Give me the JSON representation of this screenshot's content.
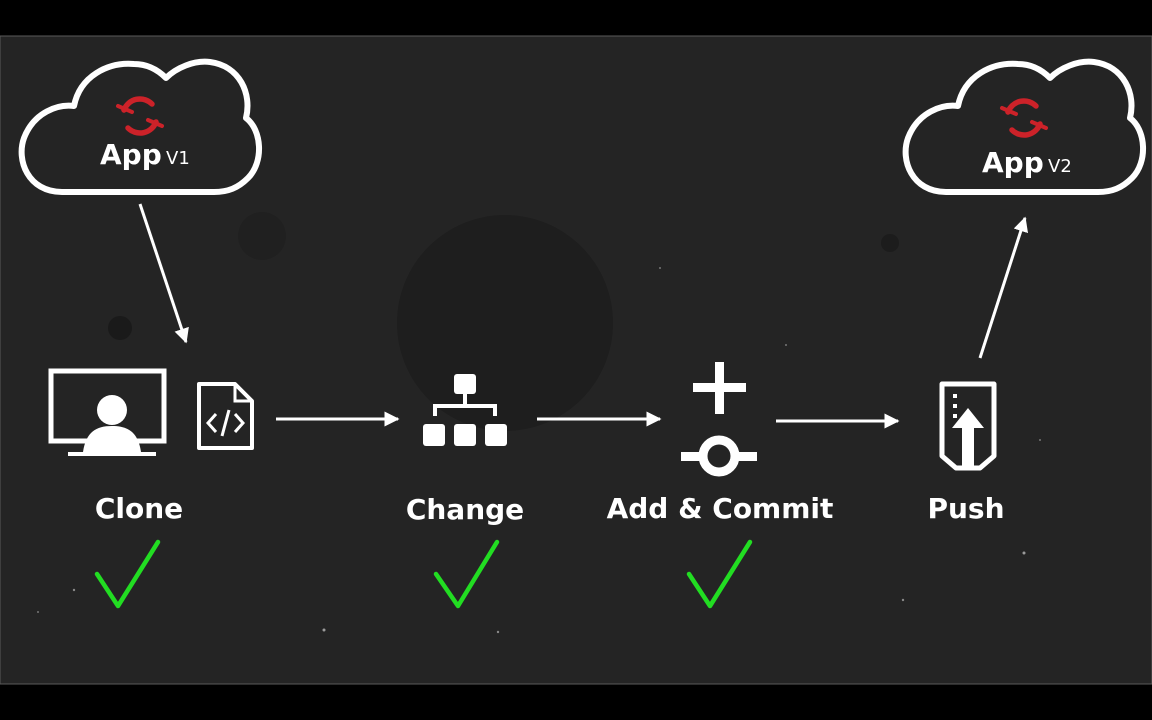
{
  "colors": {
    "background": "#242424",
    "frame": "#000000",
    "foreground": "#ffffff",
    "brand": "#cc2229",
    "check": "#22dd22"
  },
  "cloud_left": {
    "app_label": "App",
    "version_label": "V1",
    "icon": "openshift-logo-icon"
  },
  "cloud_right": {
    "app_label": "App",
    "version_label": "V2",
    "icon": "openshift-logo-icon"
  },
  "steps": [
    {
      "label": "Clone",
      "icons": [
        "desktop-user-icon",
        "code-file-icon"
      ],
      "completed": true
    },
    {
      "label": "Change",
      "icons": [
        "hierarchy-icon"
      ],
      "completed": true
    },
    {
      "label": "Add & Commit",
      "icons": [
        "plus-icon",
        "git-commit-icon"
      ],
      "completed": true
    },
    {
      "label": "Push",
      "icons": [
        "push-upload-icon"
      ],
      "completed": false
    }
  ],
  "checkmark_icon": "checkmark-icon"
}
